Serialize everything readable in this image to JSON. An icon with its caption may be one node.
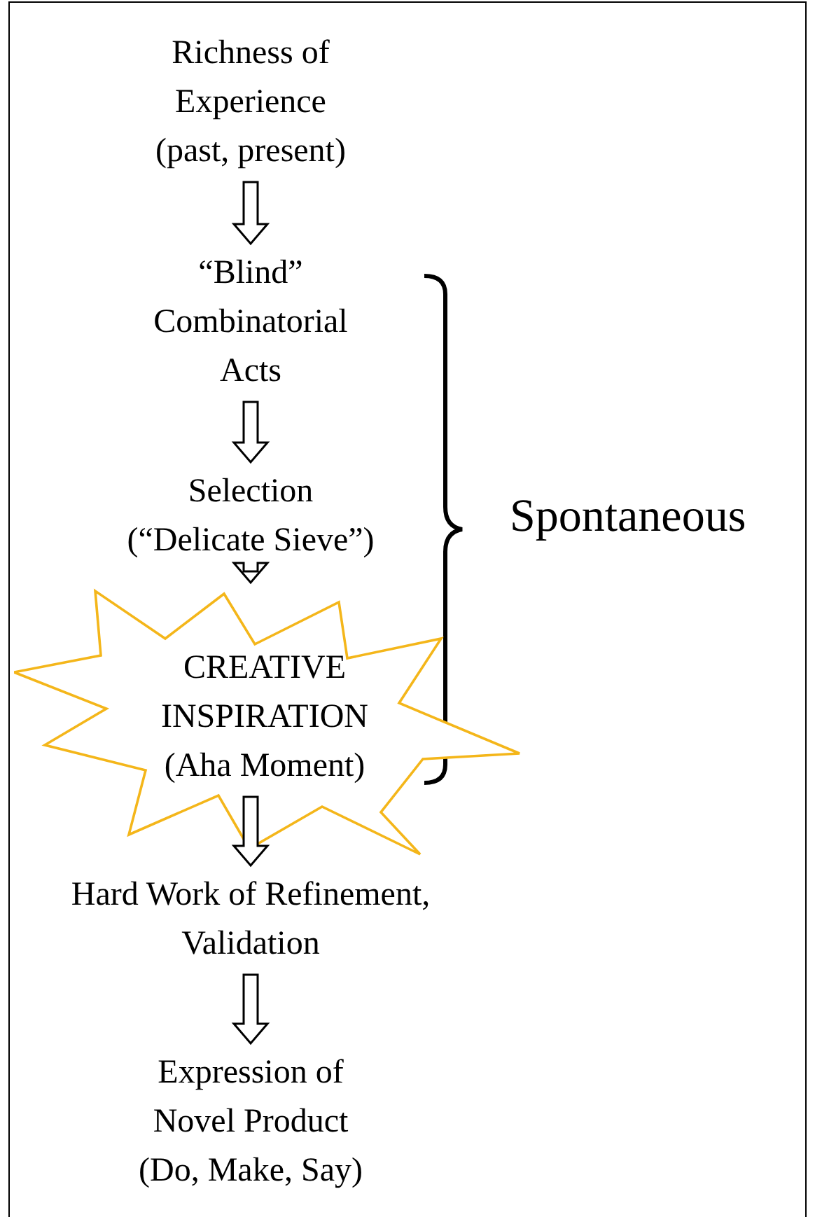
{
  "diagram": {
    "nodes": [
      {
        "text": [
          "Richness of Experience (past, present)"
        ]
      },
      {
        "text": [
          "“Blind” Combinatorial Acts"
        ]
      },
      {
        "text": [
          "Selection (“Delicate Sieve”)"
        ]
      },
      {
        "text": [
          "CREATIVE INSPIRATION (Aha Moment)"
        ]
      },
      {
        "text": [
          "Hard Work of Refinement, Validation"
        ]
      },
      {
        "text": [
          "Expression of Novel Product (Do, Make, Say)"
        ]
      }
    ],
    "edges": [
      {
        "from": 0,
        "to": 1,
        "arrow": "to"
      },
      {
        "from": 1,
        "to": 2,
        "arrow": "to"
      },
      {
        "from": 2,
        "to": 3,
        "arrow": "to"
      },
      {
        "from": 3,
        "to": 4,
        "arrow": "to"
      },
      {
        "from": 4,
        "to": 5,
        "arrow": "to"
      }
    ],
    "labels": [
      "Spontaneous"
    ]
  }
}
